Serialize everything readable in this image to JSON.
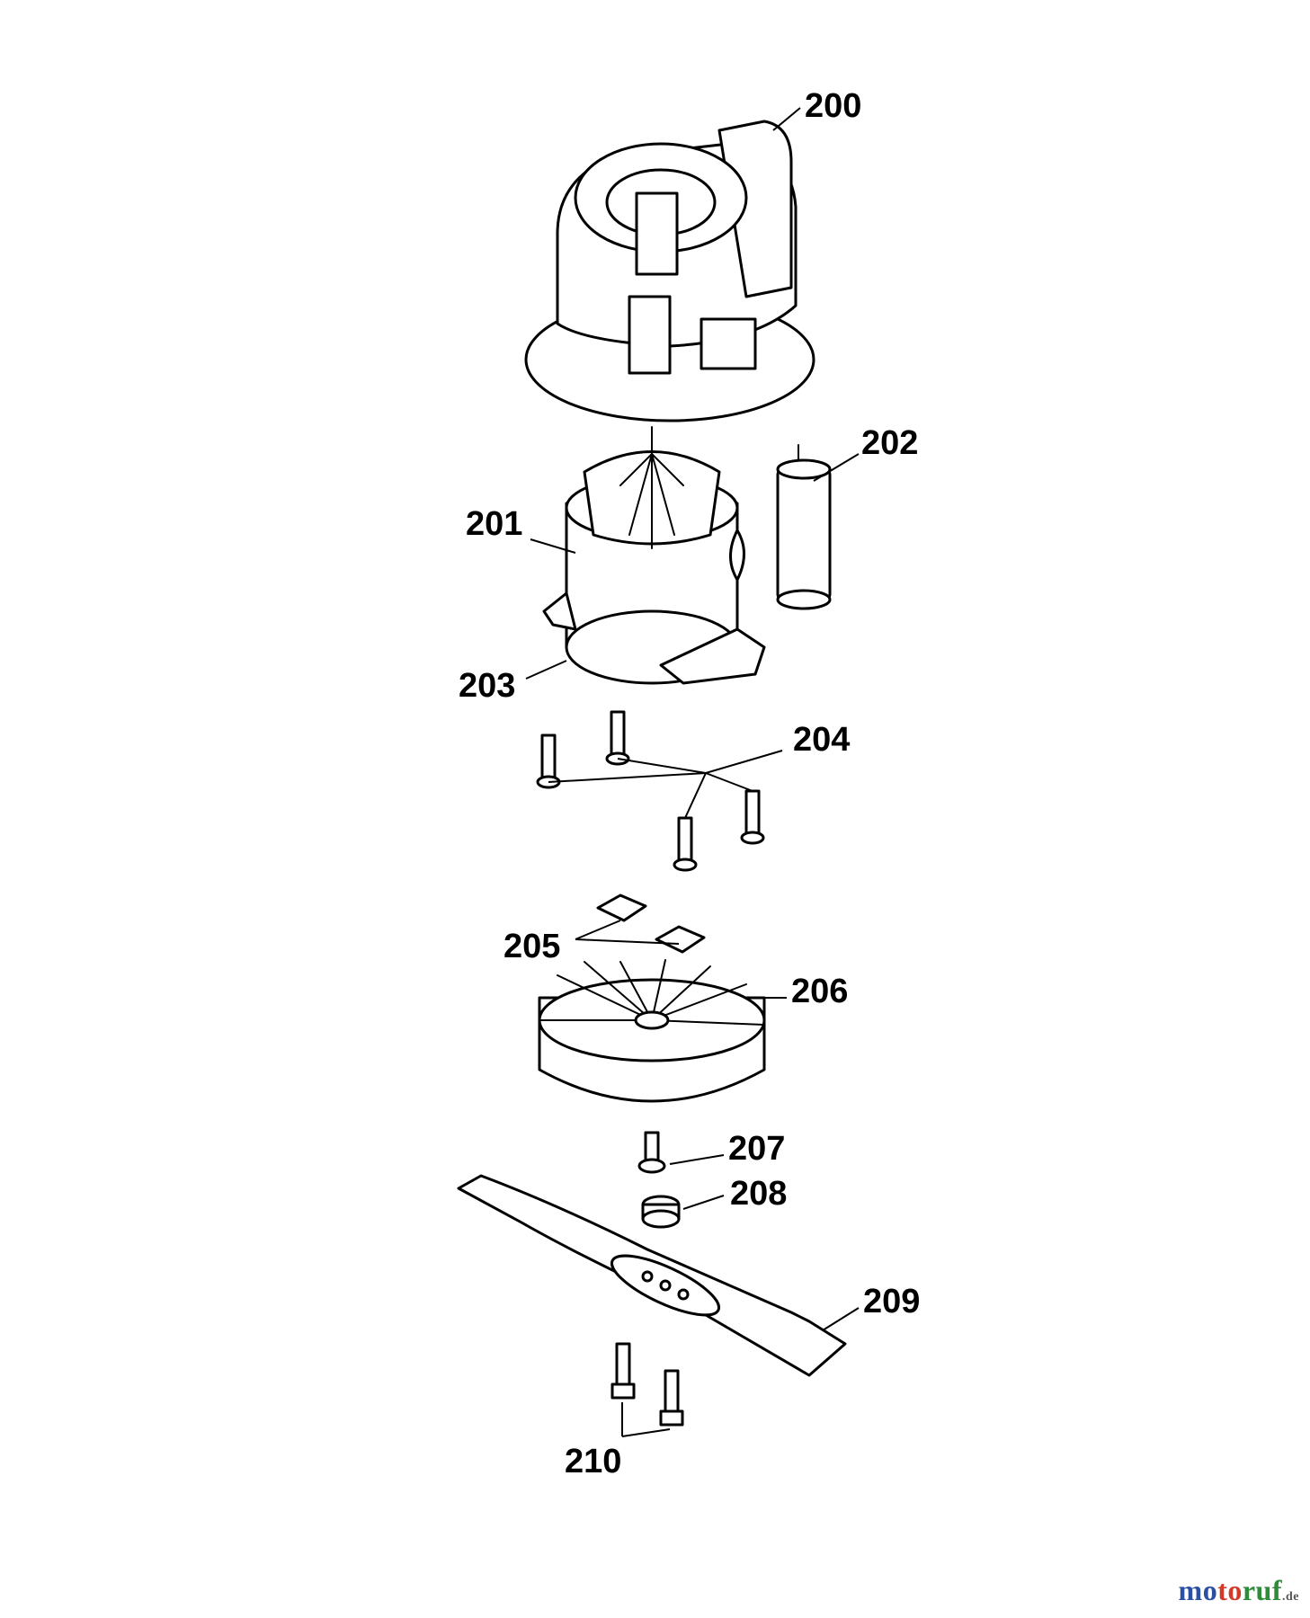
{
  "labels": {
    "p200": "200",
    "p201": "201",
    "p202": "202",
    "p203": "203",
    "p204": "204",
    "p205": "205",
    "p206": "206",
    "p207": "207",
    "p208": "208",
    "p209": "209",
    "p210": "210"
  },
  "watermark": {
    "part1": "mo",
    "part2": "to",
    "part3": "ruf",
    "part4": ".de"
  }
}
